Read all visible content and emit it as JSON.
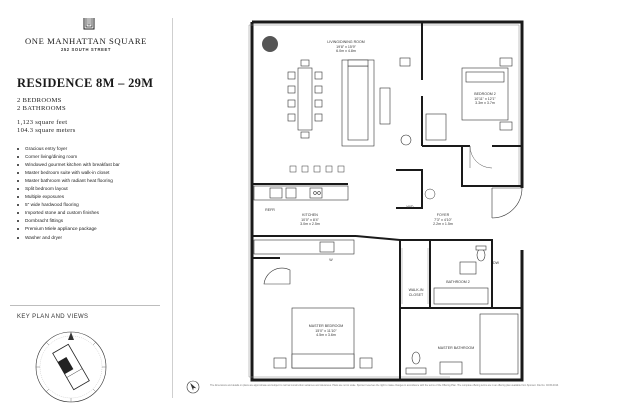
{
  "brand": {
    "name": "ONE MANHATTAN SQUARE",
    "address": "252 SOUTH STREET"
  },
  "residence": {
    "title": "RESIDENCE 8M – 29M",
    "bedrooms": "2 BEDROOMS",
    "bathrooms": "2 BATHROOMS",
    "sqft": "1,123 square feet",
    "sqm": "104.3 square meters"
  },
  "features": [
    "Gracious entry foyer",
    "Corner living/dining room",
    "Windowed gourmet kitchen with breakfast bar",
    "Master bedroom suite with walk-in closet",
    "Master bathroom with radiant heat flooring",
    "Split bedroom layout",
    "Multiple exposures",
    "5\" wide hardwood flooring",
    "Imported stone and custom finishes",
    "Dornbracht fittings",
    "Premium Miele appliance package",
    "Washer and dryer"
  ],
  "keyplan": {
    "label": "KEY PLAN AND VIEWS"
  },
  "rooms": {
    "living": {
      "name": "LIVING/DINING ROOM",
      "imperial": "19'8\" x 15'9\"",
      "metric": "6.0m x 4.8m"
    },
    "bedroom2": {
      "name": "BEDROOM 2",
      "imperial": "10'11\" x 12'1\"",
      "metric": "3.3m x 3.7m"
    },
    "kitchen": {
      "name": "KITCHEN",
      "imperial": "10'0\" x 8'4\"",
      "metric": "3.0m x 2.5m"
    },
    "foyer": {
      "name": "FOYER",
      "imperial": "7'3\" x 4'10\"",
      "metric": "2.2m x 1.5m"
    },
    "master": {
      "name": "MASTER BEDROOM",
      "imperial": "15'0\" x 11'10\"",
      "metric": "4.5m x 3.6m"
    },
    "bath2": {
      "name": "BATHROOM 2"
    },
    "walkin": {
      "name": "WALK-IN CLOSET"
    },
    "masterbath": {
      "name": "MASTER BATHROOM"
    },
    "wd": {
      "name": "W/D"
    },
    "dw": {
      "name": "DW"
    },
    "refr": {
      "name": "REFR"
    },
    "w": {
      "name": "W"
    }
  },
  "disclaimer": "The dimensions and details on plans are approximate and subject to normal construction variances and tolerances. Plans are not to scale. Sponsor reserves the right to make changes in accordance with the terms of the Offering Plan. The complete offering terms are in an offering plan available from Sponsor. File No. CD15-0016."
}
